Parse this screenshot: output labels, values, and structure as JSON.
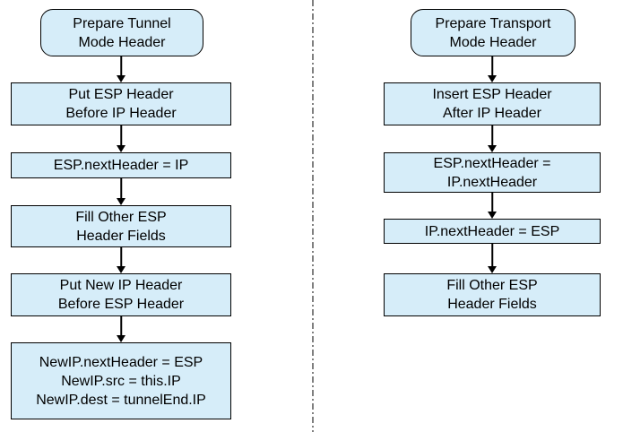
{
  "flowchart": {
    "colors": {
      "node_fill": "#D6EDF9",
      "node_border": "#000000",
      "divider": "#7F7F7F",
      "text": "#000000"
    },
    "tunnel": {
      "terminator": "Prepare Tunnel\nMode Header",
      "steps": [
        "Put ESP Header\nBefore IP Header",
        "ESP.nextHeader = IP",
        "Fill Other ESP\nHeader Fields",
        "Put New IP Header\nBefore ESP Header",
        "NewIP.nextHeader = ESP\nNewIP.src = this.IP\nNewIP.dest = tunnelEnd.IP"
      ]
    },
    "transport": {
      "terminator": "Prepare Transport\nMode Header",
      "steps": [
        "Insert ESP Header\nAfter IP Header",
        "ESP.nextHeader =\nIP.nextHeader",
        "IP.nextHeader = ESP",
        "Fill Other ESP\nHeader Fields"
      ]
    }
  }
}
